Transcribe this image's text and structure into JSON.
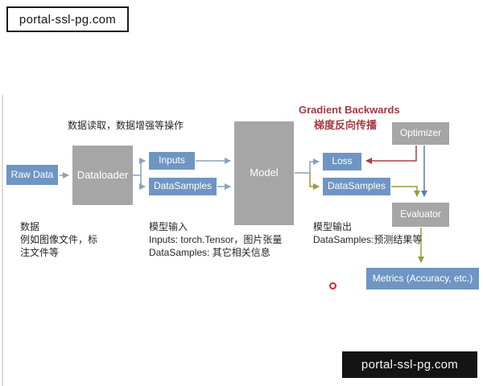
{
  "watermark_top": "portal-ssl-pg.com",
  "watermark_bottom": "portal-ssl-pg.com",
  "diagram": {
    "nodes": {
      "raw_data": "Raw Data",
      "dataloader": "Dataloader",
      "inputs": "Inputs",
      "datasamples_in": "DataSamples",
      "model": "Model",
      "loss": "Loss",
      "datasamples_out": "DataSamples",
      "optimizer": "Optimizer",
      "evaluator": "Evaluator",
      "metrics": "Metrics (Accuracy, etc.)"
    },
    "annotations": {
      "dataloader_note": "数据读取，数据增强等操作",
      "gradient_en": "Gradient Backwards",
      "gradient_zh": "梯度反向传播",
      "data_note": [
        "数据",
        "例如图像文件，标",
        "注文件等"
      ],
      "input_note": [
        "模型输入",
        "Inputs: torch.Tensor，图片张量",
        "DataSamples: 其它相关信息"
      ],
      "output_note": [
        "模型输出",
        "DataSamples:预测结果等"
      ]
    },
    "colors": {
      "node_blue": "#6f95c3",
      "node_gray": "#a6a6a6",
      "arrow_gray": "#8da0bc",
      "arrow_olive": "#9a9a40",
      "arrow_red": "#b03b3e",
      "arrow_blue": "#4f7dbb",
      "red_text": "#a8393f",
      "dot_red": "#d9252b"
    }
  }
}
